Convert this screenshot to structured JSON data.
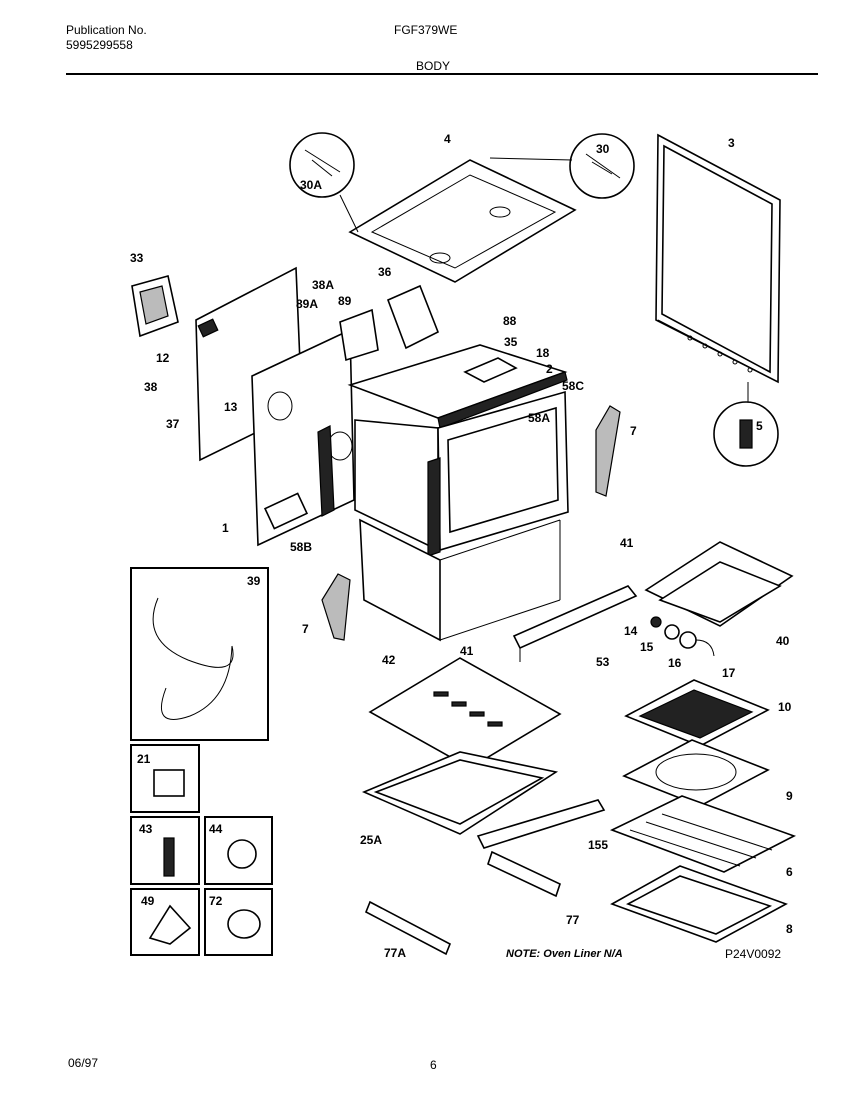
{
  "header": {
    "publication_label": "Publication No.",
    "publication_number": "5995299558",
    "model": "FGF379WE",
    "section": "BODY"
  },
  "footer": {
    "date": "06/97",
    "page": "6"
  },
  "diagram": {
    "part_labels": [
      "3",
      "4",
      "30",
      "30A",
      "33",
      "38A",
      "36",
      "89A",
      "89",
      "88",
      "35",
      "18",
      "2",
      "58C",
      "12",
      "38",
      "13",
      "37",
      "58A",
      "7",
      "5",
      "1",
      "58B",
      "41",
      "7",
      "41",
      "39",
      "42",
      "14",
      "15",
      "16",
      "17",
      "40",
      "53",
      "21",
      "10",
      "9",
      "43",
      "44",
      "25A",
      "155",
      "6",
      "49",
      "72",
      "77",
      "8",
      "77A"
    ],
    "note": "NOTE: Oven Liner N/A",
    "drawing_number": "P24V0092"
  }
}
